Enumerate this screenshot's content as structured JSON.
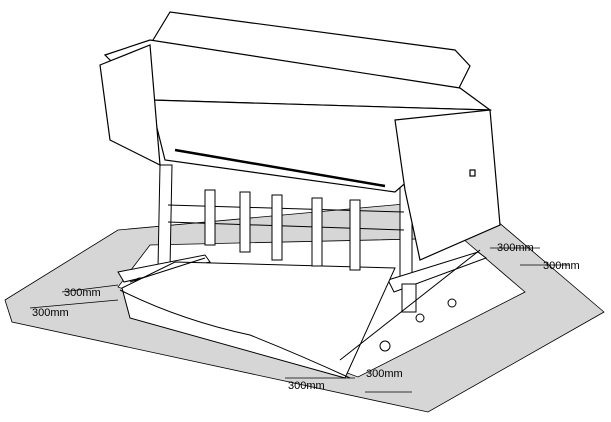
{
  "dimensions": {
    "left_outer": "300mm",
    "left_inner": "300mm",
    "right_upper": "300mm",
    "right_lower": "300mm",
    "bottom_left": "300mm",
    "bottom_right": "300mm"
  },
  "colors": {
    "clearance_area": "#d6d6d6",
    "outline": "#000000",
    "printer_body": "#ffffff"
  }
}
